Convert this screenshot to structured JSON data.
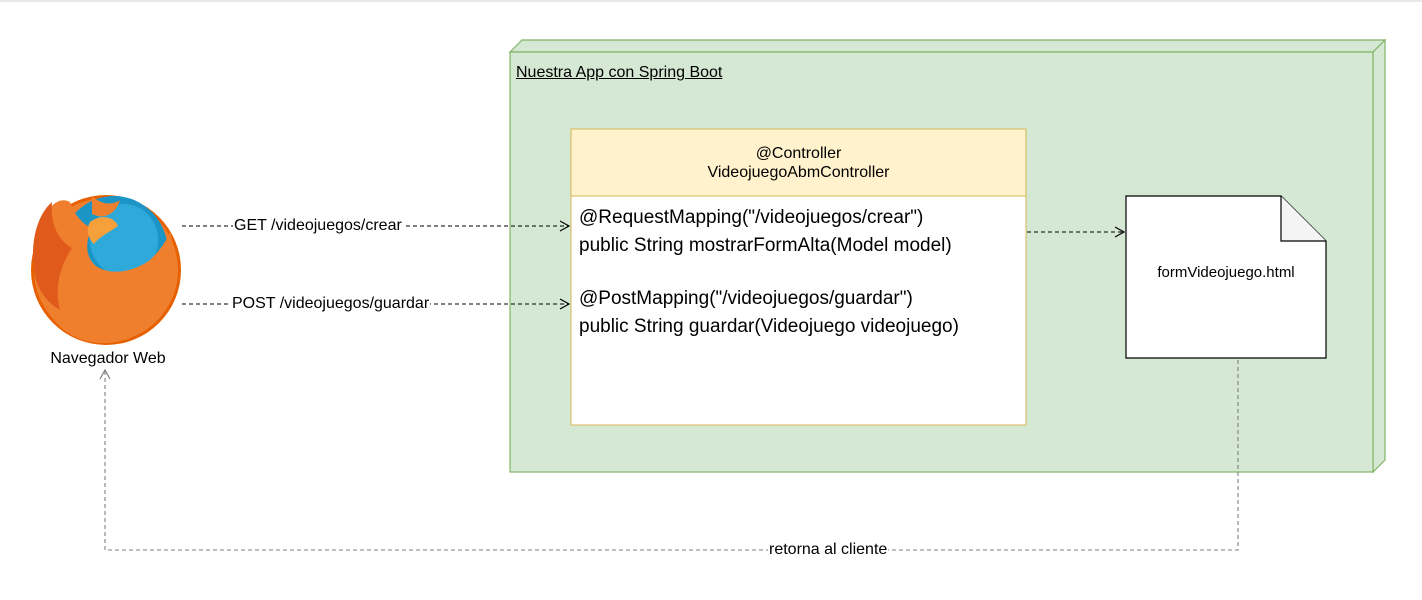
{
  "client": {
    "label": "Navegador Web",
    "icon": "firefox-icon"
  },
  "container": {
    "label": "Nuestra App con Spring Boot",
    "fill": "#d5e8d4",
    "stroke": "#82b366"
  },
  "controller": {
    "annotation": "@Controller",
    "name": "VideojuegoAbmController",
    "header_fill": "#fff2cc",
    "stroke": "#d6b656",
    "methods": [
      {
        "annotation": "@RequestMapping(\"/videojuegos/crear\")",
        "signature": "public String mostrarFormAlta(Model model)"
      },
      {
        "annotation": "@PostMapping(\"/videojuegos/guardar\")",
        "signature": "public String guardar(Videojuego videojuego)"
      }
    ]
  },
  "template_file": {
    "label": "formVideojuego.html"
  },
  "edges": {
    "get_request": "GET /videojuegos/crear",
    "post_request": "POST /videojuegos/guardar",
    "response": "retorna al cliente"
  }
}
